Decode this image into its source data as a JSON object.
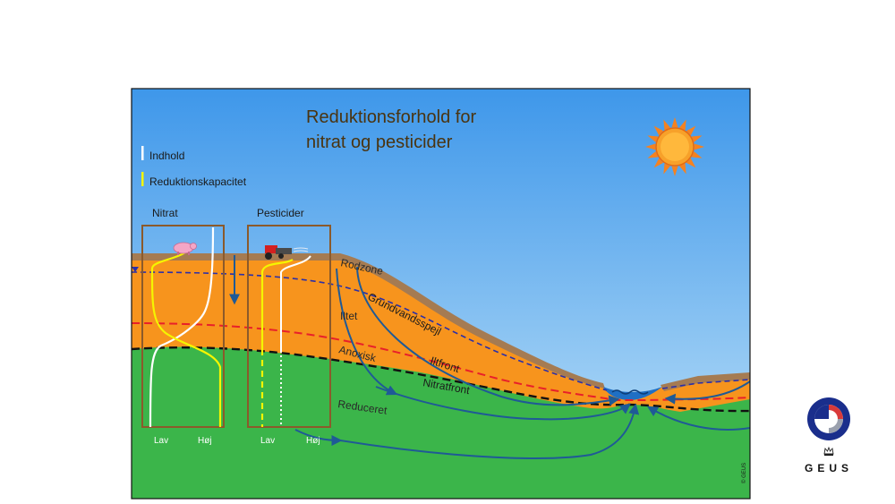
{
  "diagram": {
    "title_line1": "Reduktionsforhold for",
    "title_line2": "nitrat og pesticider",
    "legend": [
      {
        "label": "Indhold",
        "color": "#ffffff"
      },
      {
        "label": "Reduktionskapacitet",
        "color": "#f5f500"
      }
    ],
    "panels": {
      "nitrat": {
        "title": "Nitrat",
        "low_label": "Lav",
        "high_label": "Høj"
      },
      "pesticider": {
        "title": "Pesticider",
        "low_label": "Lav",
        "high_label": "Høj"
      }
    },
    "zone_labels": {
      "rodzone": "Rodzone",
      "grundvandsspejl": "Grundvandsspejl",
      "iltet": "Iltet",
      "anoxisk": "Anoxisk",
      "iltfront": "Iltfront",
      "nitratfront": "Nitratfront",
      "reduceret": "Reduceret"
    },
    "copyright": "© GEUS",
    "colors": {
      "sky_top": "#3e97ea",
      "sky_bottom": "#bfe2f8",
      "oxic": "#f7941d",
      "reduced": "#3bb54a",
      "soil_surface": "#a57b52",
      "box": "#8b5a2b",
      "flow_arrow": "#1f5a96",
      "water_table": "#2b2fa8",
      "iltfront": "#e8202a",
      "nitratfront": "#111111",
      "sun": "#f58220"
    }
  },
  "logo": {
    "name": "GEUS",
    "ring_color": "#1a2e8c",
    "accent_color": "#d93a3a"
  }
}
